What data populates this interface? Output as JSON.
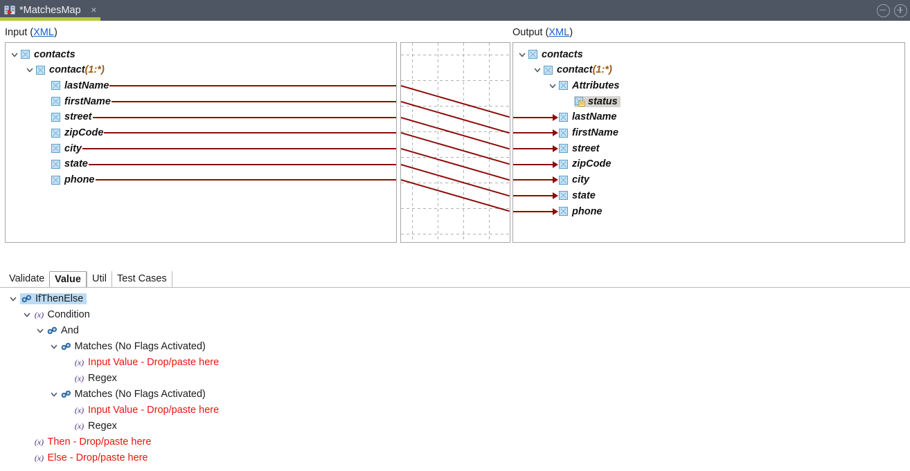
{
  "titlebar": {
    "tab_label": "*MatchesMap",
    "tab_icon": "mapping-document-icon",
    "close_icon": "×",
    "accent_color": "#b4cb36",
    "background_color": "#4e5663",
    "window_buttons": [
      {
        "name": "minimize-button",
        "glyph": "minus-circle-icon"
      },
      {
        "name": "maximize-button",
        "glyph": "plus-circle-icon"
      }
    ]
  },
  "mapper": {
    "input": {
      "label": "Input (",
      "link": "XML",
      "label_suffix": ")",
      "path": "/LOCAL_PROJECT/Structures/FunctionExamples/Matches/contacts_input",
      "tree": [
        {
          "label": "contacts",
          "indent": 0,
          "twisty": "expanded",
          "icon": "xml-element-icon",
          "cardinality": "",
          "connector": false
        },
        {
          "label": "contact",
          "indent": 1,
          "twisty": "expanded",
          "icon": "xml-element-icon",
          "cardinality": "(1:*)",
          "connector": false
        },
        {
          "label": "lastName",
          "indent": 2,
          "twisty": "none",
          "icon": "xml-element-icon",
          "cardinality": "",
          "connector": true
        },
        {
          "label": "firstName",
          "indent": 2,
          "twisty": "none",
          "icon": "xml-element-icon",
          "cardinality": "",
          "connector": true
        },
        {
          "label": "street",
          "indent": 2,
          "twisty": "none",
          "icon": "xml-element-icon",
          "cardinality": "",
          "connector": true
        },
        {
          "label": "zipCode",
          "indent": 2,
          "twisty": "none",
          "icon": "xml-element-icon",
          "cardinality": "",
          "connector": true
        },
        {
          "label": "city",
          "indent": 2,
          "twisty": "none",
          "icon": "xml-element-icon",
          "cardinality": "",
          "connector": true
        },
        {
          "label": "state",
          "indent": 2,
          "twisty": "none",
          "icon": "xml-element-icon",
          "cardinality": "",
          "connector": true
        },
        {
          "label": "phone",
          "indent": 2,
          "twisty": "none",
          "icon": "xml-element-icon",
          "cardinality": "",
          "connector": true
        }
      ]
    },
    "output": {
      "label": "Output (",
      "link": "XML",
      "label_suffix": ")",
      "path": "/LOCAL_PROJECT/Structures/FunctionExamples/Matches/contacts_output",
      "tree": [
        {
          "label": "contacts",
          "indent": 0,
          "twisty": "expanded",
          "icon": "xml-element-icon",
          "cardinality": "",
          "connector": false,
          "selected": false
        },
        {
          "label": "contact",
          "indent": 1,
          "twisty": "expanded",
          "icon": "xml-element-icon",
          "cardinality": "(1:*)",
          "connector": false,
          "selected": false
        },
        {
          "label": "Attributes",
          "indent": 2,
          "twisty": "expanded",
          "icon": "xml-element-icon",
          "cardinality": "",
          "connector": false,
          "selected": false
        },
        {
          "label": "status",
          "indent": 3,
          "twisty": "none",
          "icon": "xml-attribute-icon",
          "cardinality": "",
          "connector": false,
          "selected": true
        },
        {
          "label": "lastName",
          "indent": 2,
          "twisty": "none",
          "icon": "xml-element-icon",
          "cardinality": "",
          "connector": true,
          "selected": false
        },
        {
          "label": "firstName",
          "indent": 2,
          "twisty": "none",
          "icon": "xml-element-icon",
          "cardinality": "",
          "connector": true,
          "selected": false
        },
        {
          "label": "street",
          "indent": 2,
          "twisty": "none",
          "icon": "xml-element-icon",
          "cardinality": "",
          "connector": true,
          "selected": false
        },
        {
          "label": "zipCode",
          "indent": 2,
          "twisty": "none",
          "icon": "xml-element-icon",
          "cardinality": "",
          "connector": true,
          "selected": false
        },
        {
          "label": "city",
          "indent": 2,
          "twisty": "none",
          "icon": "xml-element-icon",
          "cardinality": "",
          "connector": true,
          "selected": false
        },
        {
          "label": "state",
          "indent": 2,
          "twisty": "none",
          "icon": "xml-element-icon",
          "cardinality": "",
          "connector": true,
          "selected": false
        },
        {
          "label": "phone",
          "indent": 2,
          "twisty": "none",
          "icon": "xml-element-icon",
          "cardinality": "",
          "connector": true,
          "selected": false
        }
      ]
    },
    "connector_color": "#8b0b08",
    "mappings": [
      {
        "from": "lastName",
        "to": "lastName"
      },
      {
        "from": "firstName",
        "to": "firstName"
      },
      {
        "from": "street",
        "to": "street"
      },
      {
        "from": "zipCode",
        "to": "zipCode"
      },
      {
        "from": "city",
        "to": "city"
      },
      {
        "from": "state",
        "to": "state"
      },
      {
        "from": "phone",
        "to": "phone"
      }
    ]
  },
  "bottom": {
    "tabs": [
      {
        "label": "Validate",
        "active": false
      },
      {
        "label": "Value",
        "active": true
      },
      {
        "label": "Util",
        "active": false
      },
      {
        "label": "Test Cases",
        "active": false
      }
    ],
    "tree": [
      {
        "label": "IfThenElse",
        "indent": 0,
        "twisty": "expanded",
        "icon": "function-node-icon",
        "red": false,
        "selected": true
      },
      {
        "label": "Condition",
        "indent": 1,
        "twisty": "expanded",
        "icon": "variable-icon",
        "red": false,
        "selected": false
      },
      {
        "label": "And",
        "indent": 2,
        "twisty": "expanded",
        "icon": "function-node-icon",
        "red": false,
        "selected": false
      },
      {
        "label": "Matches (No Flags Activated)",
        "indent": 3,
        "twisty": "expanded",
        "icon": "function-node-icon",
        "red": false,
        "selected": false
      },
      {
        "label": "Input Value - Drop/paste here",
        "indent": 4,
        "twisty": "none",
        "icon": "variable-icon",
        "red": true,
        "selected": false
      },
      {
        "label": "Regex",
        "indent": 4,
        "twisty": "none",
        "icon": "variable-icon",
        "red": false,
        "selected": false
      },
      {
        "label": "Matches (No Flags Activated)",
        "indent": 3,
        "twisty": "expanded",
        "icon": "function-node-icon",
        "red": false,
        "selected": false
      },
      {
        "label": "Input Value - Drop/paste here",
        "indent": 4,
        "twisty": "none",
        "icon": "variable-icon",
        "red": true,
        "selected": false
      },
      {
        "label": "Regex",
        "indent": 4,
        "twisty": "none",
        "icon": "variable-icon",
        "red": false,
        "selected": false
      },
      {
        "label": "Then - Drop/paste here",
        "indent": 1,
        "twisty": "none",
        "icon": "variable-icon",
        "red": true,
        "selected": false
      },
      {
        "label": "Else - Drop/paste here",
        "indent": 1,
        "twisty": "none",
        "icon": "variable-icon",
        "red": true,
        "selected": false
      }
    ]
  }
}
